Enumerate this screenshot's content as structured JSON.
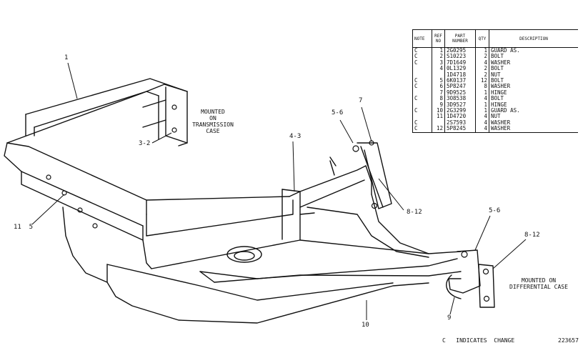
{
  "table": {
    "headers": [
      "NOTE",
      "REF NO",
      "PART NUMBER",
      "QTY",
      "DESCRIPTION"
    ],
    "rows": [
      {
        "note": "C",
        "ref": "1",
        "part": "2G0295",
        "qty": "1",
        "desc": "GUARD AS."
      },
      {
        "note": "C",
        "ref": "2",
        "part": "S10223",
        "qty": "2",
        "desc": "BOLT"
      },
      {
        "note": "C",
        "ref": "3",
        "part": "7D1649",
        "qty": "4",
        "desc": "WASHER"
      },
      {
        "note": "",
        "ref": "4",
        "part": "0L1329",
        "qty": "2",
        "desc": "BOLT"
      },
      {
        "note": "",
        "ref": "",
        "part": "1D4718",
        "qty": "2",
        "desc": "NUT"
      },
      {
        "note": "C",
        "ref": "5",
        "part": "6K0137",
        "qty": "12",
        "desc": "BOLT"
      },
      {
        "note": "C",
        "ref": "6",
        "part": "5P8247",
        "qty": "8",
        "desc": "WASHER"
      },
      {
        "note": "",
        "ref": "7",
        "part": "9D9525",
        "qty": "1",
        "desc": "HINGE"
      },
      {
        "note": "C",
        "ref": "8",
        "part": "3O8538",
        "qty": "4",
        "desc": "BOLT"
      },
      {
        "note": "",
        "ref": "9",
        "part": "3D9527",
        "qty": "1",
        "desc": "HINGE"
      },
      {
        "note": "C",
        "ref": "10",
        "part": "2G3299",
        "qty": "1",
        "desc": "GUARD AS."
      },
      {
        "note": "",
        "ref": "11",
        "part": "1D4720",
        "qty": "4",
        "desc": "NUT"
      },
      {
        "note": "C",
        "ref": "",
        "part": "2S7593",
        "qty": "4",
        "desc": "WASHER"
      },
      {
        "note": "C",
        "ref": "12",
        "part": "5P8245",
        "qty": "4",
        "desc": "WASHER"
      }
    ]
  },
  "callouts": {
    "c1": "1",
    "c3_2": "3-2",
    "c4_3": "4-3",
    "c5_6_top": "5-6",
    "c7": "7",
    "c8_12_top": "8-12",
    "c5_6_right": "5-6",
    "c8_12_right": "8-12",
    "c9": "9",
    "c10": "10",
    "c11_5": "11  5"
  },
  "notes": {
    "transmission": [
      "MOUNTED",
      "ON",
      "TRANSMISSION",
      "CASE"
    ],
    "differential": [
      "MOUNTED ON",
      "DIFFERENTIAL CASE"
    ]
  },
  "footer": {
    "change_legend": "C   INDICATES  CHANGE",
    "figure_number": "223657"
  }
}
